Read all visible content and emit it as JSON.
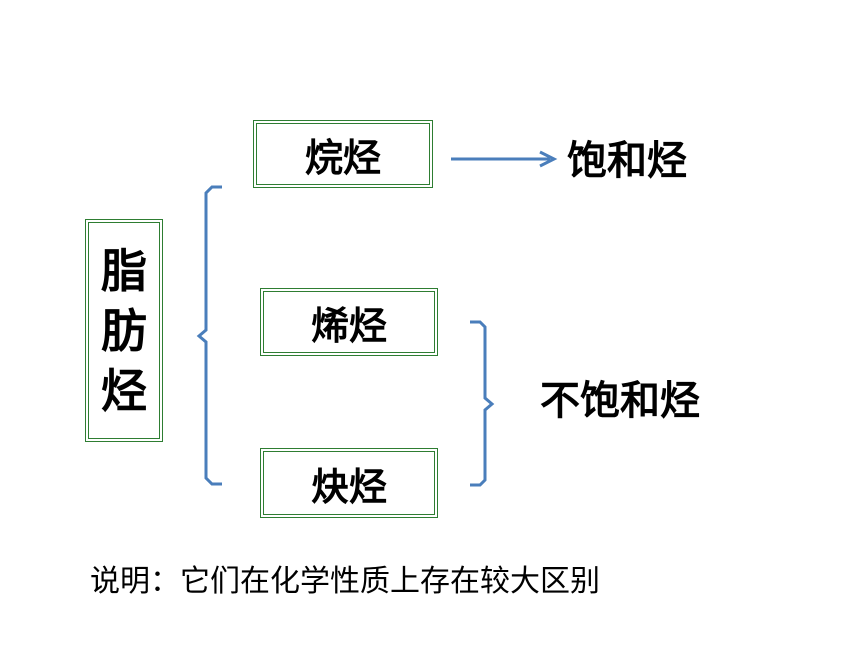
{
  "root": {
    "label_chars": [
      "脂",
      "肪",
      "烃"
    ]
  },
  "branches": {
    "alkane": "烷烃",
    "alkene": "烯烃",
    "alkyne": "炔烃"
  },
  "categories": {
    "saturated": "饱和烃",
    "unsaturated": "不饱和烃"
  },
  "note": "说明：它们在化学性质上存在较大区别",
  "colors": {
    "box_border": "#2e7d32",
    "connector": "#4a7ebb",
    "text": "#000000"
  }
}
